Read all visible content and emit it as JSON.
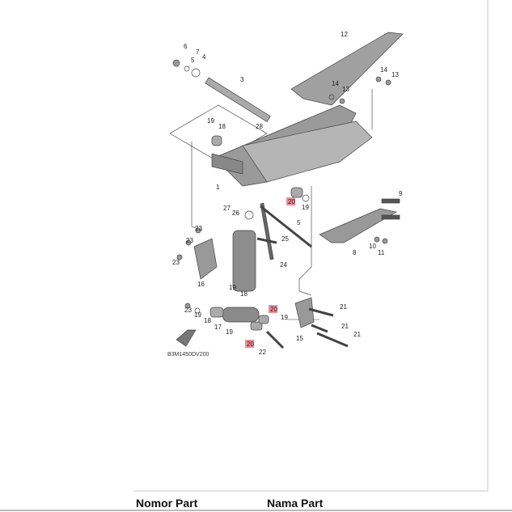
{
  "diagram": {
    "code": "B3M1450DV200",
    "labels": [
      "6",
      "7",
      "4",
      "5",
      "3",
      "12",
      "14",
      "13",
      "14",
      "13",
      "19",
      "18",
      "28",
      "1",
      "20",
      "19",
      "27",
      "26",
      "5",
      "9",
      "10",
      "8",
      "11",
      "25",
      "23",
      "23",
      "23",
      "24",
      "16",
      "19",
      "18",
      "23",
      "19",
      "18",
      "17",
      "20",
      "19",
      "20",
      "22",
      "15",
      "21",
      "21",
      "21",
      "19"
    ],
    "highlighted_labels": [
      "20"
    ]
  },
  "table": {
    "headers": [
      "Nomor Part",
      "Nama Part"
    ]
  }
}
